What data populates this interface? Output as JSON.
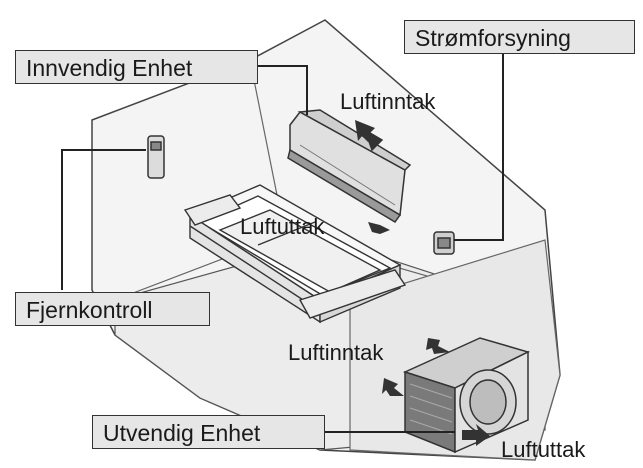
{
  "diagram": {
    "callouts": {
      "indoor_unit": "Innvendig Enhet",
      "power_supply": "Strømforsyning",
      "remote_control": "Fjernkontroll",
      "outdoor_unit": "Utvendig Enhet"
    },
    "flow_labels": {
      "indoor_intake": "Luftinntak",
      "indoor_outlet": "Luftuttak",
      "outdoor_intake": "Luftinntak",
      "outdoor_outlet": "Luftuttak"
    }
  },
  "colors": {
    "line": "#333333",
    "label_fill": "#e6e6e6",
    "room_fill": "#eeeeee",
    "unit_fill": "#e3e3e3",
    "unit_dark": "#555555"
  }
}
